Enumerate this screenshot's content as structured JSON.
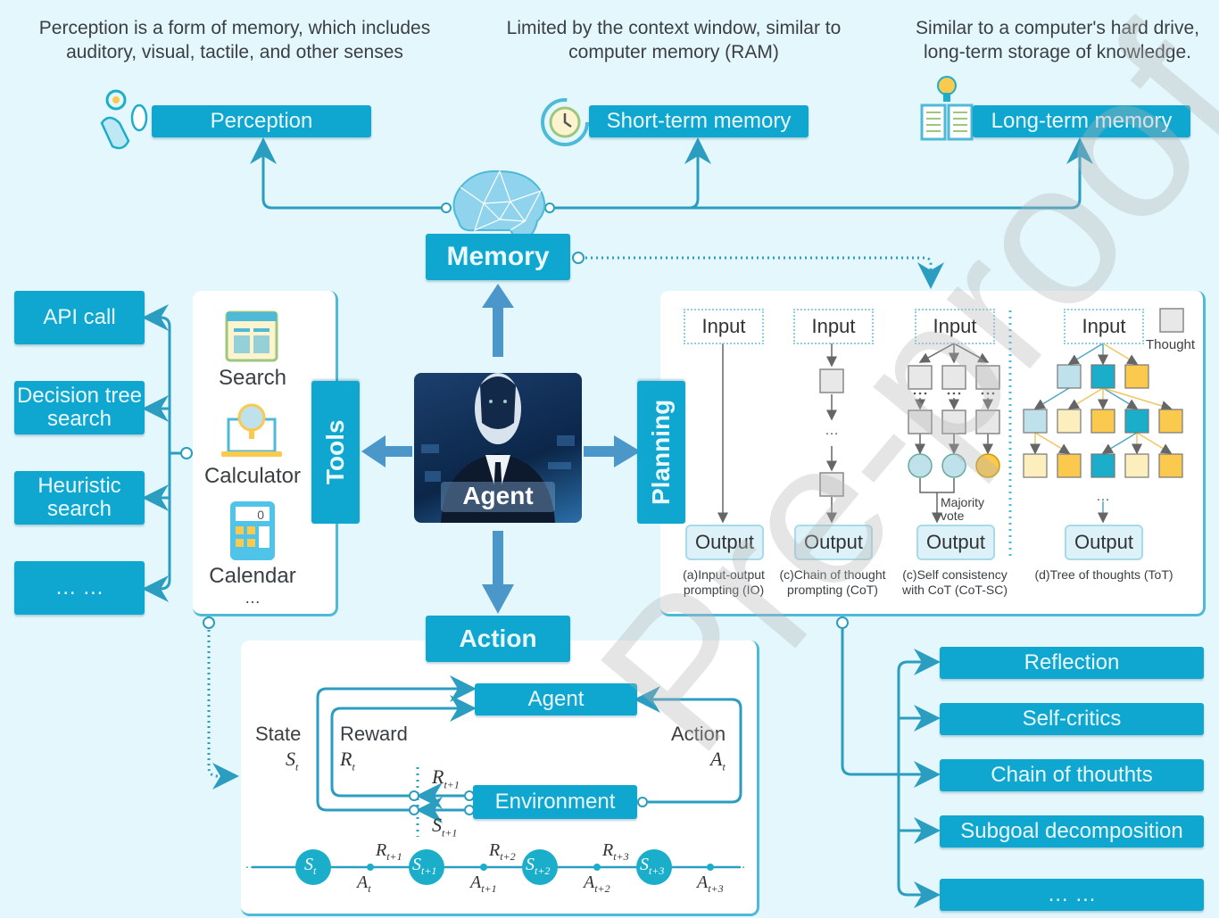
{
  "top_captions": {
    "perception": "Perception is a form of memory, which includes auditory, visual, tactile, and other senses",
    "short_term": "Limited by the context window, similar to computer memory (RAM)",
    "long_term": "Similar to a computer's hard drive, long-term storage of knowledge."
  },
  "memory_types": {
    "perception": "Perception",
    "short_term": "Short-term memory",
    "long_term": "Long-term memory"
  },
  "core": {
    "memory": "Memory",
    "tools": "Tools",
    "planning": "Planning",
    "action": "Action",
    "agent": "Agent"
  },
  "tool_methods": [
    "API call",
    "Decision tree search",
    "Heuristic search",
    "… …"
  ],
  "tools_list": [
    "Search",
    "Calculator",
    "Calendar",
    "…"
  ],
  "planning": {
    "input_label": "Input",
    "output_label": "Output",
    "thought_label": "Thought",
    "majority_vote": "Majority vote",
    "ellipsis": "…",
    "methods": [
      {
        "caption": "(a)Input-output prompting (IO)"
      },
      {
        "caption": "(c)Chain of thought prompting (CoT)"
      },
      {
        "caption": "(c)Self consistency with CoT (CoT-SC)"
      },
      {
        "caption": "(d)Tree of thoughts (ToT)"
      }
    ],
    "colors": {
      "light_blue": "#bfe1ec",
      "teal": "#1aaecb",
      "light_yellow": "#fdeebe",
      "yellow": "#fac94e",
      "gray": "#e8e8e8"
    }
  },
  "reflection_methods": [
    "Reflection",
    "Self-critics",
    "Chain of thouthts",
    "Subgoal decomposition",
    "… …"
  ],
  "rl_loop": {
    "agent": "Agent",
    "environment": "Environment",
    "state": "State",
    "reward": "Reward",
    "action": "Action",
    "state_sym": "S",
    "reward_sym": "R",
    "action_sym": "A",
    "sub_t": "t",
    "sub_t1": "t+1",
    "sequence_states": [
      "t",
      "t+1",
      "t+2",
      "t+3"
    ],
    "sequence_rewards": [
      "t+1",
      "t+2",
      "t+3"
    ],
    "sequence_actions": [
      "t",
      "t+1",
      "t+2",
      "t+3"
    ],
    "ellipsis": "…"
  },
  "watermark": "Pre-proof",
  "accent_color": "#0fa6d0"
}
